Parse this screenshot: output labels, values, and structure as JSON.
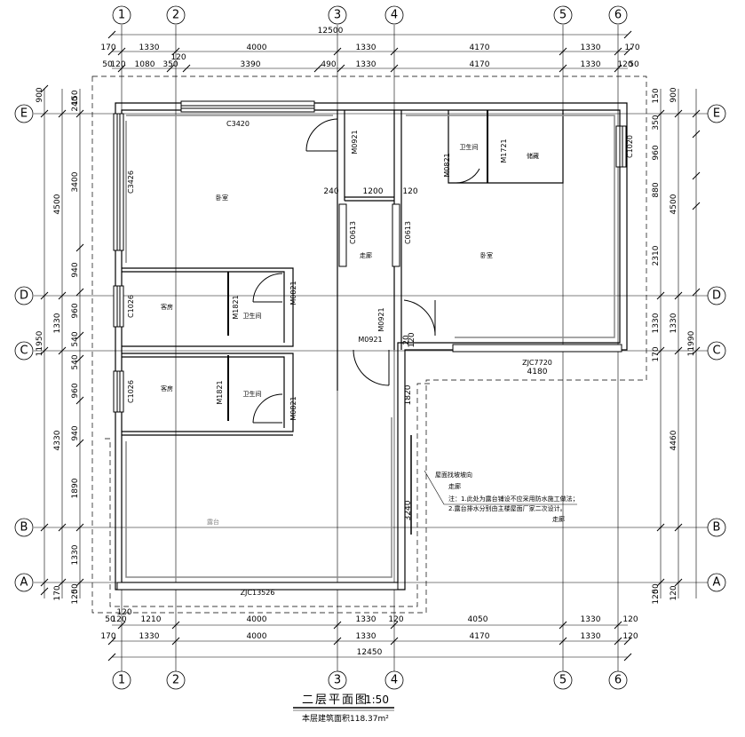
{
  "title": {
    "main": "二层平面图",
    "scale": "1:50",
    "area": "本层建筑面积118.37m²"
  },
  "axes": {
    "top": [
      "1",
      "2",
      "3",
      "4",
      "5",
      "6"
    ],
    "bottom": [
      "1",
      "2",
      "3",
      "4",
      "5",
      "6"
    ],
    "left": [
      "E",
      "D",
      "C",
      "B",
      "A"
    ],
    "right": [
      "E",
      "D",
      "C",
      "B",
      "A"
    ]
  },
  "dims": {
    "top_total": "12500",
    "top_row2": [
      "170",
      "1330",
      "4000",
      "1330",
      "4170",
      "1330",
      "170"
    ],
    "top_row3": [
      "50",
      "120",
      "1080",
      "350",
      "120",
      "3390",
      "490",
      "1330",
      "4170",
      "1330",
      "120",
      "50"
    ],
    "bottom_row1": [
      "50",
      "120",
      "120",
      "1210",
      "4000",
      "1330",
      "120",
      "4050",
      "1330",
      "120"
    ],
    "bottom_row2": [
      "170",
      "1330",
      "4000",
      "1330",
      "4170",
      "1330",
      "120"
    ],
    "bottom_total": "12450",
    "left_outer": [
      "900",
      "4500",
      "1330",
      "4330",
      "170"
    ],
    "left_inner": [
      "240",
      "150",
      "3400",
      "940",
      "960",
      "540",
      "540",
      "960",
      "940",
      "1890",
      "1330",
      "50",
      "120"
    ],
    "left_total": "11950",
    "right_outer": [
      "900",
      "4500",
      "1330",
      "4460",
      "120"
    ],
    "right_inner": [
      "150",
      "350",
      "960",
      "880",
      "2310",
      "1330",
      "170",
      "50",
      "120"
    ],
    "right_total": "11990",
    "inner": [
      "1200",
      "240",
      "120",
      "4180",
      "1820",
      "3240",
      "20",
      "120"
    ]
  },
  "labels": {
    "window_top": "C3420",
    "window_left": "C3426",
    "window_d": "C1026",
    "window_c": "C1026",
    "window_right": "C1020",
    "door_m0921_top": "M0921",
    "door_m0821_right": "M0821",
    "door_m1721": "M1721",
    "win_c0613_left": "C0613",
    "win_c0613_right": "C0613",
    "door_m0821_d": "M0821",
    "door_m1821_d": "M1821",
    "door_m0921_mid": "M0921",
    "door_m0921_c": "M0921",
    "door_m1821_c": "M1821",
    "door_m0821_c": "M0821",
    "beam_right": "ZJC7720",
    "beam_bottom": "ZJC13526"
  },
  "rooms": {
    "bedroom_main": "卧室",
    "bedroom_right": "卧室",
    "storage": "储藏",
    "bath_top": "卫生间",
    "corridor": "走廊",
    "bedroom_d": "客房",
    "bath_d": "卫生间",
    "bedroom_c": "客房",
    "bath_c": "卫生间",
    "terrace": "露台"
  },
  "notes": {
    "n1": "屋面找坡坡向",
    "n2": "走廊",
    "n3": "注：1.此处为露台铺设不应采用防水施工做法；",
    "n4": "2.露台排水分别由主楼屋面厂家二次设计。",
    "n5": "走廊"
  }
}
